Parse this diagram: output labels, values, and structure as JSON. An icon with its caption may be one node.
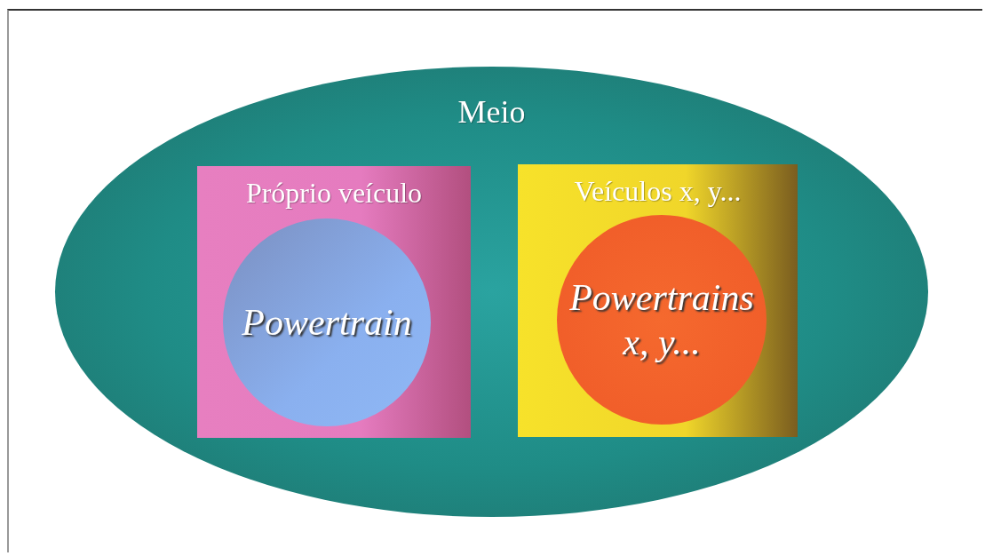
{
  "diagram": {
    "nodes": [
      {
        "text": [
          "Meio"
        ]
      },
      {
        "text": [
          "Próprio veículo"
        ],
        "in": 0
      },
      {
        "text": [
          "Powertrain"
        ],
        "in": 1
      },
      {
        "text": [
          "Veículos x, y..."
        ],
        "in": 0
      },
      {
        "text": [
          "Powertrains x, y..."
        ],
        "in": 3
      }
    ]
  }
}
